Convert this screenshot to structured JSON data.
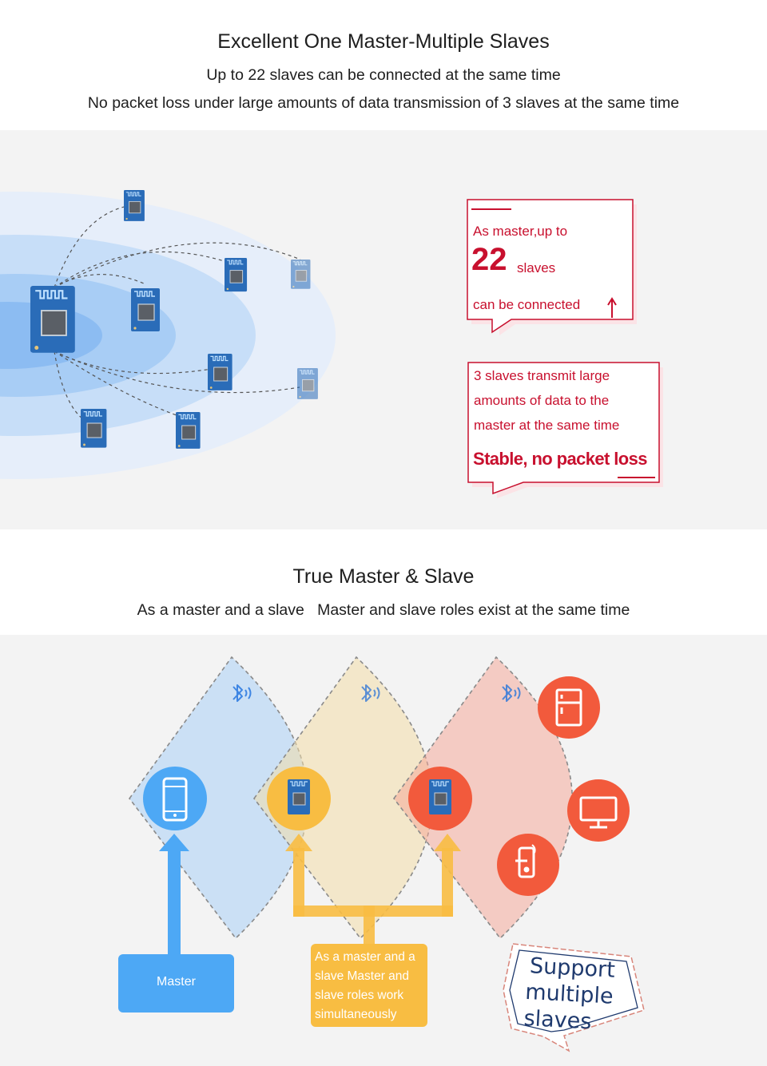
{
  "section1": {
    "title": "Excellent One Master-Multiple Slaves",
    "subtitle1": "Up to 22 slaves can be connected at the same time",
    "subtitle2": "No packet loss under large amounts of data transmission of 3 slaves at the same time",
    "card1": {
      "line1": "As master,up to",
      "number": "22",
      "unit": "slaves",
      "line3": "can be connected"
    },
    "card2": {
      "line1": "3 slaves transmit large",
      "line2": "amounts of data to the",
      "line3": "master at the same time",
      "emphasis": "Stable, no packet loss"
    }
  },
  "section2": {
    "title": "True Master & Slave",
    "subtitle": "As a master and a slave   Master and slave roles exist at the same time",
    "master_label": "Master",
    "dual_label": [
      "As a master and a",
      "slave Master and",
      "slave roles work",
      "simultaneously"
    ],
    "support_label": [
      "Support",
      "multiple",
      "slaves"
    ]
  },
  "colors": {
    "accent_red": "#c8102e",
    "blue": "#4da8f5",
    "yellow": "#f8bd42",
    "orange_red": "#f25a3c",
    "module_blue": "#2a6cb8"
  },
  "icons": [
    "bluetooth-icon",
    "smartphone-icon",
    "refrigerator-icon",
    "monitor-icon",
    "smart-lock-icon",
    "bluetooth-module-icon"
  ]
}
